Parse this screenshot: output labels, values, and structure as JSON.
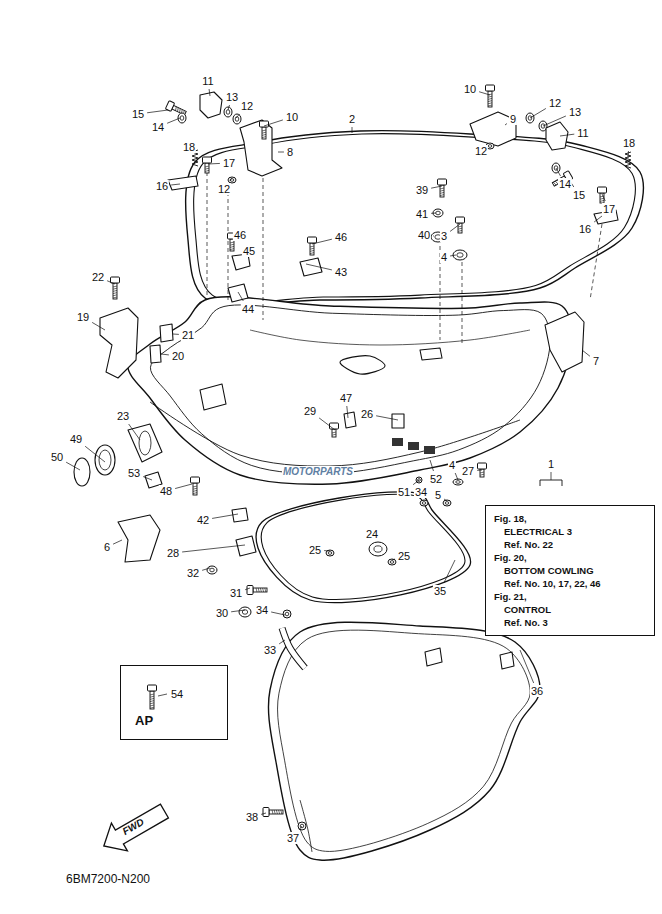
{
  "diagram": {
    "nodes": [
      {
        "text": [
          "Fig. 18,",
          "ELECTRICAL 3",
          "Ref. No. 22",
          "Fig. 20,",
          "BOTTOM COWLING",
          "Ref. No. 10, 17, 22, 46",
          "Fig. 21,",
          "CONTROL",
          "Ref. No. 3"
        ]
      },
      {
        "text": [
          "54",
          "AP"
        ]
      },
      {
        "text": [
          "FWD"
        ]
      }
    ],
    "labels": [
      "11",
      "15",
      "14",
      "13",
      "12",
      "10",
      "18",
      "8",
      "17",
      "12",
      "16",
      "2",
      "10",
      "9",
      "12",
      "13",
      "11",
      "12",
      "18",
      "14",
      "15",
      "17",
      "16",
      "39",
      "41",
      "40",
      "3",
      "4",
      "46",
      "45",
      "46",
      "43",
      "44",
      "22",
      "19",
      "21",
      "20",
      "7",
      "23",
      "29",
      "47",
      "26",
      "49",
      "50",
      "53",
      "48",
      "42",
      "52",
      "4",
      "27",
      "51",
      "34",
      "5",
      "1",
      "24",
      "25",
      "25",
      "28",
      "6",
      "32",
      "31",
      "30",
      "34",
      "33",
      "35",
      "36",
      "38",
      "37",
      "6BM7200-N200",
      "MOTORPARTS"
    ]
  }
}
